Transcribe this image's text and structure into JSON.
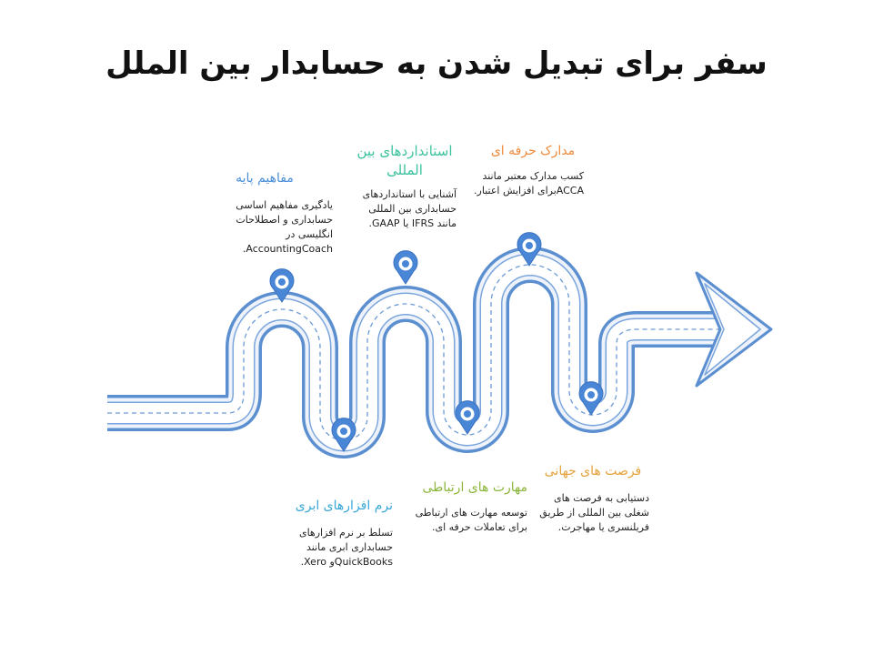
{
  "title": "سفر برای تبدیل شدن به حسابدار بین الملل",
  "steps": [
    {
      "title": "مفاهیم پایه",
      "description": "یادگیری مفاهیم اساسی حسابداری و اصطلاحات انگلیسی در AccountingCoach.",
      "color": "#4a8fd9"
    },
    {
      "title": "نرم افزارهای ابری",
      "description": "تسلط بر نرم افزارهای حسابداری ابری مانند QuickBooksو Xero.",
      "color": "#3aa8d8"
    },
    {
      "title": "استانداردهای بین المللی",
      "description": "آشنایی با استانداردهای حسابداری بین المللی مانند IFRS یا GAAP.",
      "color": "#3cc29e"
    },
    {
      "title": "مهارت های ارتباطی",
      "description": "توسعه مهارت های ارتباطی برای تعاملات حرفه ای.",
      "color": "#8bb63a"
    },
    {
      "title": "مدارک حرفه ای",
      "description": "کسب مدارک معتبر مانند ACCAبرای افزایش اعتبار.",
      "color": "#ef8a3c"
    },
    {
      "title": "فرصت های جهانی",
      "description": "دستیابی به فرصت های شغلی بین المللی از طریق فریلنسری یا مهاجرت.",
      "color": "#e6a23c"
    }
  ],
  "road_color": "#5b8fd0",
  "pin_color": "#4a86d6"
}
